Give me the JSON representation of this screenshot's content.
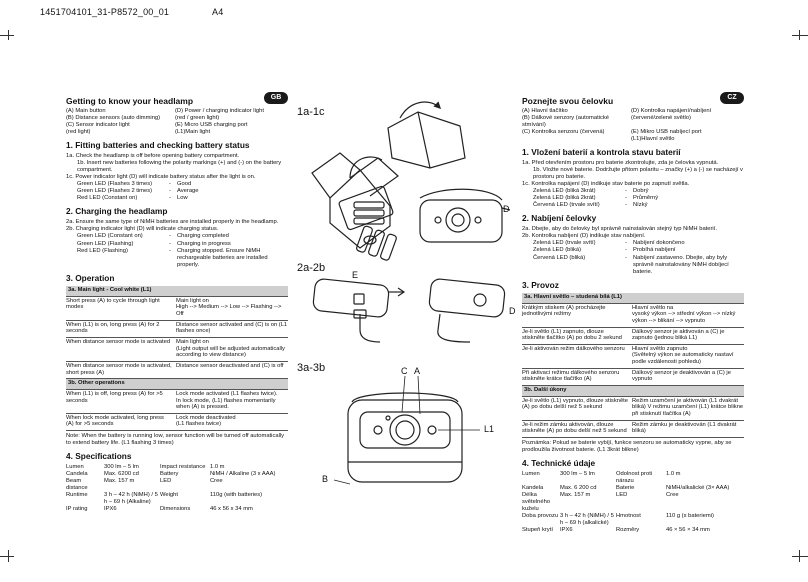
{
  "header": {
    "doc_id": "1451704101_31-P8572_00_01",
    "format": "A4"
  },
  "en": {
    "badge": "GB",
    "title": "Getting to know your headlamp",
    "parts": [
      "(A) Main button",
      "(D) Power / charging indicator light",
      "(B) Distance sensors (auto dimming)",
      "(red / green light)",
      "(C) Sensor indicator light",
      "(E) Micro USB charging port",
      "(red light)",
      "(L1)Main light"
    ],
    "s1_title": "1. Fitting batteries and checking battery status",
    "s1_p1": "1a. Check the headlamp is off before opening battery compartment.",
    "s1_p2": "1b. Insert new batteries following the polarity markings (+) and (-) on the battery compartment.",
    "s1_p3": "1c. Power indicator light (D) will indicate battery status after the light is on.",
    "s1_rows": [
      [
        "Green LED (Flashes 3 times)",
        "-",
        "Good"
      ],
      [
        "Green LED (Flashes 2 times)",
        "-",
        "Average"
      ],
      [
        "Red LED (Constant on)",
        "-",
        "Low"
      ]
    ],
    "s2_title": "2. Charging the headlamp",
    "s2_p1": "2a. Ensure the same type of NiMH batteries are installed properly in the headlamp.",
    "s2_p2": "2b. Charging indicator light (D) will indicate charging status.",
    "s2_rows": [
      [
        "Green LED (Constant on)",
        "-",
        "Charging completed"
      ],
      [
        "Green LED (Flashing)",
        "-",
        "Charging in progress"
      ],
      [
        "Red LED (Flashing)",
        "-",
        "Charging stopped. Ensure NiMH rechargeable batteries are installed properly."
      ]
    ],
    "s3_title": "3. Operation",
    "op_sec1": "3a. Main light - Cool white (L1)",
    "op_rows1": [
      [
        "Short press (A) to cycle through light modes",
        "Main light on\nHigh --> Medium --> Low --> Flashing --> Off"
      ],
      [
        "When (L1) is on, long press (A) for 2 seconds",
        "Distance sensor activated and (C) is on (L1 flashes once)"
      ],
      [
        "When distance sensor mode is activated",
        "Main light on\n(Light output will be adjusted automatically according to view distance)"
      ],
      [
        "When distance sensor mode is activated, short press (A)",
        "Distance sensor deactivated and (C) is off"
      ]
    ],
    "op_sec2": "3b. Other operations",
    "op_rows2": [
      [
        "When (L1) is off, long press (A) for >5 seconds",
        "Lock mode activated (L1 flashes twice).\nIn lock mode, (L1) flashes momentarily when (A) is pressed."
      ],
      [
        "When lock mode activated, long press (A) for >5 seconds",
        "Lock mode deactivated\n(L1 flashes twice)"
      ]
    ],
    "op_note": "Note: When the battery is running low, sensor function will be turned off automatically to extend battery life. (L1 flashing 3 times)",
    "s4_title": "4. Specifications",
    "spec_rows": [
      [
        "Lumen",
        "300 lm – 5 lm",
        "Impact resistance",
        "1.0 m"
      ],
      [
        "Candela",
        "Max. 6200 cd",
        "Battery",
        "NiMH / Alkaline (3 x AAA)"
      ],
      [
        "Beam distance",
        "Max. 157 m",
        "LED",
        "Cree"
      ],
      [
        "Runtime",
        "3 h – 42 h (NiMH) / 5 h – 69 h (Alkaline)",
        "Weight",
        "110g (with batteries)"
      ],
      [
        "IP rating",
        "IPX6",
        "Dimensions",
        "46 x 56 x 34 mm"
      ]
    ]
  },
  "figures": {
    "f1": "1a-1c",
    "f2": "2a-2b",
    "f3": "3a-3b",
    "c_D1": "D",
    "c_E": "E",
    "c_D2": "D",
    "c_C": "C",
    "c_A": "A",
    "c_L1": "L1",
    "c_B": "B"
  },
  "cz": {
    "badge": "CZ",
    "title": "Poznejte svou čelovku",
    "parts": [
      "(A) Hlavní tlačítko",
      "(D) Kontrolka napájení/nabíjení",
      "(B) Dálkové senzory (automatické stmívání)",
      "(červené/zelené světlo)",
      "(C) Kontrolka senzoru (červená)",
      "(E) Mikro USB nabíjecí port",
      "",
      "(L1)Hlavní světlo"
    ],
    "s1_title": "1. Vložení baterií a kontrola stavu baterií",
    "s1_p1": "1a. Před otevřením prostoru pro baterie zkontrolujte, zda je čelovka vypnutá.",
    "s1_p2": "1b. Vložte nové baterie. Dodržujte přitom polaritu – značky (+) a (-) se nacházejí v prostoru pro baterie.",
    "s1_p3": "1c. Kontrolka napájení (D) indikuje stav baterie po zapnutí světla.",
    "s1_rows": [
      [
        "Zelená LED (bliká 3krát)",
        "-",
        "Dobrý"
      ],
      [
        "Zelená LED (bliká 2krát)",
        "-",
        "Průměrný"
      ],
      [
        "Červená LED (trvale svítí)",
        "-",
        "Nízký"
      ]
    ],
    "s2_title": "2. Nabíjení čelovky",
    "s2_p1": "2a. Dbejte, aby do čelovky byl správně nainstalován stejný typ NiMH baterií.",
    "s2_p2": "2b. Kontrolka nabíjení (D) indikuje stav nabíjení.",
    "s2_rows": [
      [
        "Zelená LED (trvale svítí)",
        "-",
        "Nabíjení dokončeno"
      ],
      [
        "Zelená LED (bliká)",
        "-",
        "Probíhá nabíjení"
      ],
      [
        "Červená LED (bliká)",
        "-",
        "Nabíjení zastaveno. Dbejte, aby byly správně nainstalovány NiMH dobíjecí baterie."
      ]
    ],
    "s3_title": "3. Provoz",
    "op_sec1": "3a. Hlavní světlo – studená bílá (L1)",
    "op_rows1": [
      [
        "Krátkým stiskem (A) procházejte jednotlivými režimy",
        "Hlavní světlo na\nvysoký výkon --> střední výkon --> nízký výkon --> blikání --> vypnuto"
      ],
      [
        "Je-li světlo (L1) zapnuto, dlouze stiskněte tlačítko (A) po dobu 2 sekund",
        "Dálkový senzor je aktivován a (C) je zapnuto (jednou bliká L1)"
      ],
      [
        "Je-li aktivován režim dálkového senzoru",
        "Hlavní světlo zapnuto\n(Světelný výkon se automaticky nastaví podle vzdálenosti pohledu)"
      ],
      [
        "Při aktivaci režimu dálkového senzoru stiskněte krátce tlačítko (A)",
        "Dálkový senzor je deaktivován a (C) je vypnuto"
      ]
    ],
    "op_sec2": "3b. Další úkony",
    "op_rows2": [
      [
        "Je-li světlo (L1) vypnuto, dlouze stiskněte (A) po dobu delší než 5 sekund",
        "Režim uzamčení je aktivován (L1 dvakrát bliká) V režimu uzamčení (L1) krátce blikne při stisknutí tlačítka (A)"
      ],
      [
        "Je-li režim zámku aktivován, dlouze stiskněte (A) po dobu delší než 5 sekund",
        "Režim zámku je deaktivován (L1 dvakrát bliká)"
      ]
    ],
    "op_note": "Poznámka: Pokud se baterie vybíjí, funkce senzoru se automaticky vypne, aby se prodloužila životnost baterie. (L1 3krát blikne)",
    "s4_title": "4. Technické údaje",
    "spec_rows": [
      [
        "Lumen",
        "300 lm – 5 lm",
        "Odolnost proti nárazu",
        "1.0 m"
      ],
      [
        "Kandela",
        "Max. 6 200 cd",
        "Baterie",
        "NiMH/alkalické (3× AAA)"
      ],
      [
        "Délka světelného kuželu",
        "Max. 157 m",
        "LED",
        "Cree"
      ],
      [
        "Doba provozu",
        "3 h – 42 h (NiMH) / 5 h – 69 h (alkalické)",
        "Hmotnost",
        "110 g (s bateriemi)"
      ],
      [
        "Stupeň krytí",
        "IPX6",
        "Rozměry",
        "46 × 56 × 34 mm"
      ]
    ]
  }
}
